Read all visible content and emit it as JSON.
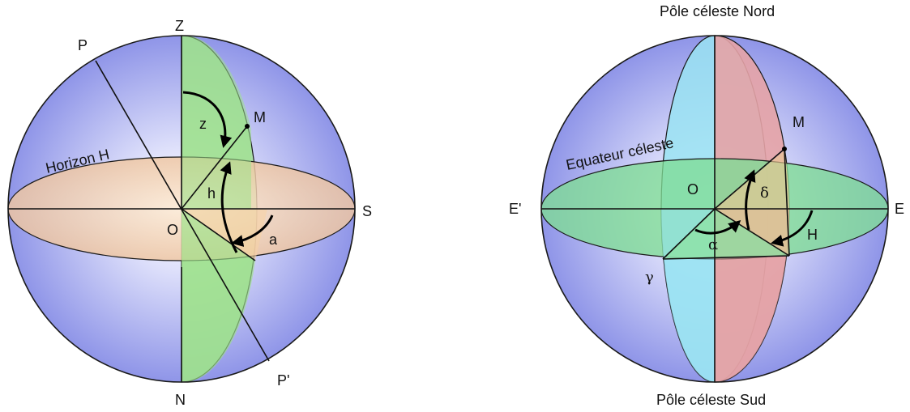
{
  "left_figure": {
    "zenith": "Z",
    "nadir": "N",
    "pole_top": "P",
    "pole_bottom": "P'",
    "center": "O",
    "south": "S",
    "star": "M",
    "horizon": "Horizon H",
    "zenith_distance": "z",
    "altitude": "h",
    "azimuth": "a"
  },
  "right_figure": {
    "north_pole": "Pôle céleste Nord",
    "south_pole": "Pôle céleste Sud",
    "east_prime": "E'",
    "east": "E",
    "center": "O",
    "star": "M",
    "equator": "Equateur céleste",
    "vernal_point": "γ",
    "right_ascension": "α",
    "declination": "δ",
    "hour_angle": "H"
  },
  "colors": {
    "sphere_edge": "#c8ccf6",
    "sphere_center": "#8f95e8",
    "horizon_plane": "#f4caa3",
    "meridian_plane": "#9ee28c",
    "equator_plane": "#7fdc95",
    "hour_circle": "#e5a3a6",
    "vernal_circle": "#9ae3f2"
  }
}
